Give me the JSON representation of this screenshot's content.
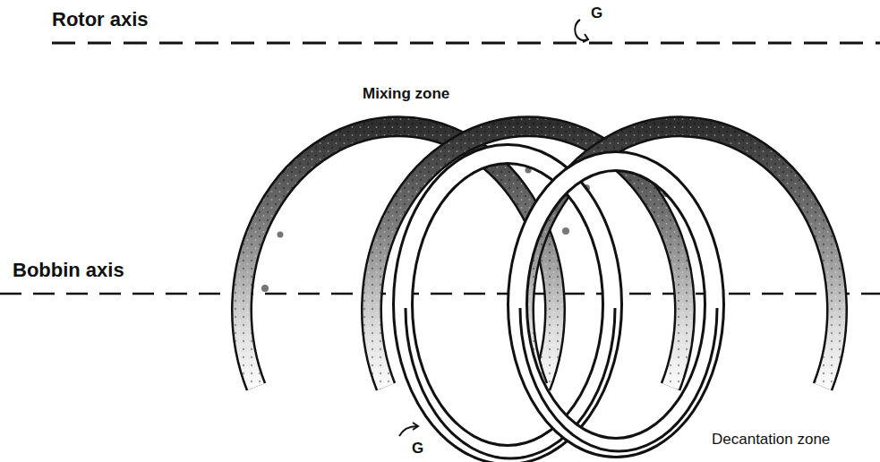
{
  "diagram": {
    "labels": [
      "Rotor axis",
      "Mixing zone",
      "G",
      "Bobbin axis",
      "G",
      "Decantation zone"
    ]
  }
}
